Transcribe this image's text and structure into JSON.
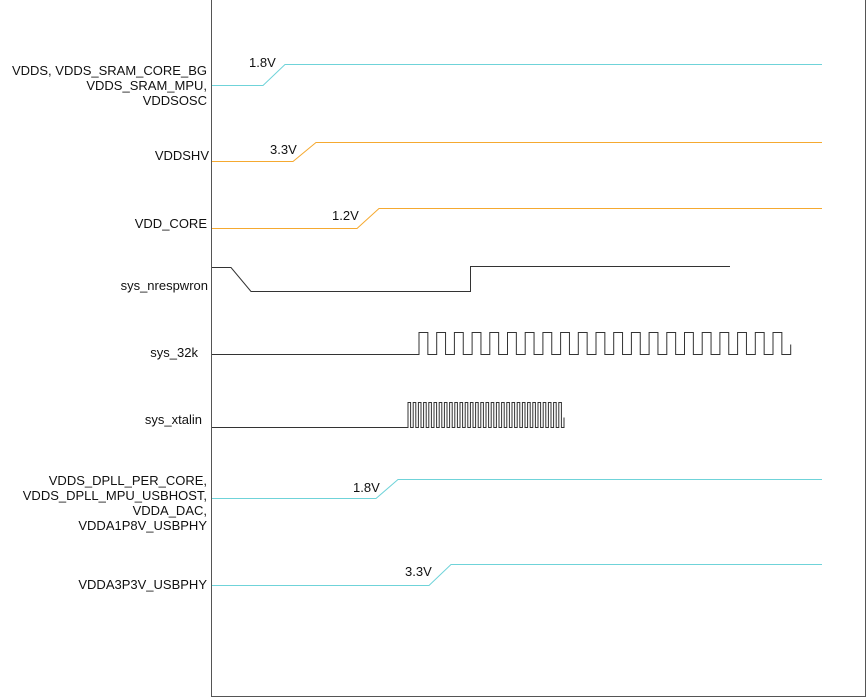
{
  "colors": {
    "vdds": "#6fd3d9",
    "core": "#f5a930",
    "digital": "#333333",
    "frame": "#555555"
  },
  "signals": [
    {
      "id": "vdds",
      "label_lines": [
        "VDDS, VDDS_SRAM_CORE_BG",
        "VDDS_SRAM_MPU,",
        "VDDSOSC"
      ],
      "voltage": "1.8V",
      "color": "vdds"
    },
    {
      "id": "vddshv",
      "label_lines": [
        "VDDSHV"
      ],
      "voltage": "3.3V",
      "color": "core"
    },
    {
      "id": "vdd_core",
      "label_lines": [
        "VDD_CORE"
      ],
      "voltage": "1.2V",
      "color": "core"
    },
    {
      "id": "sys_nrespwron",
      "label_lines": [
        "sys_nrespwron"
      ],
      "color": "digital"
    },
    {
      "id": "sys_32k",
      "label_lines": [
        "sys_32k"
      ],
      "color": "digital"
    },
    {
      "id": "sys_xtalin",
      "label_lines": [
        "sys_xtalin"
      ],
      "color": "digital"
    },
    {
      "id": "vdds_dpll",
      "label_lines": [
        "VDDS_DPLL_PER_CORE,",
        "VDDS_DPLL_MPU_USBHOST,",
        "VDDA_DAC,",
        "VDDA1P8V_USBPHY"
      ],
      "voltage": "1.8V",
      "color": "vdds"
    },
    {
      "id": "vdda3p3v",
      "label_lines": [
        "VDDA3P3V_USBPHY"
      ],
      "voltage": "3.3V",
      "color": "vdds"
    }
  ]
}
